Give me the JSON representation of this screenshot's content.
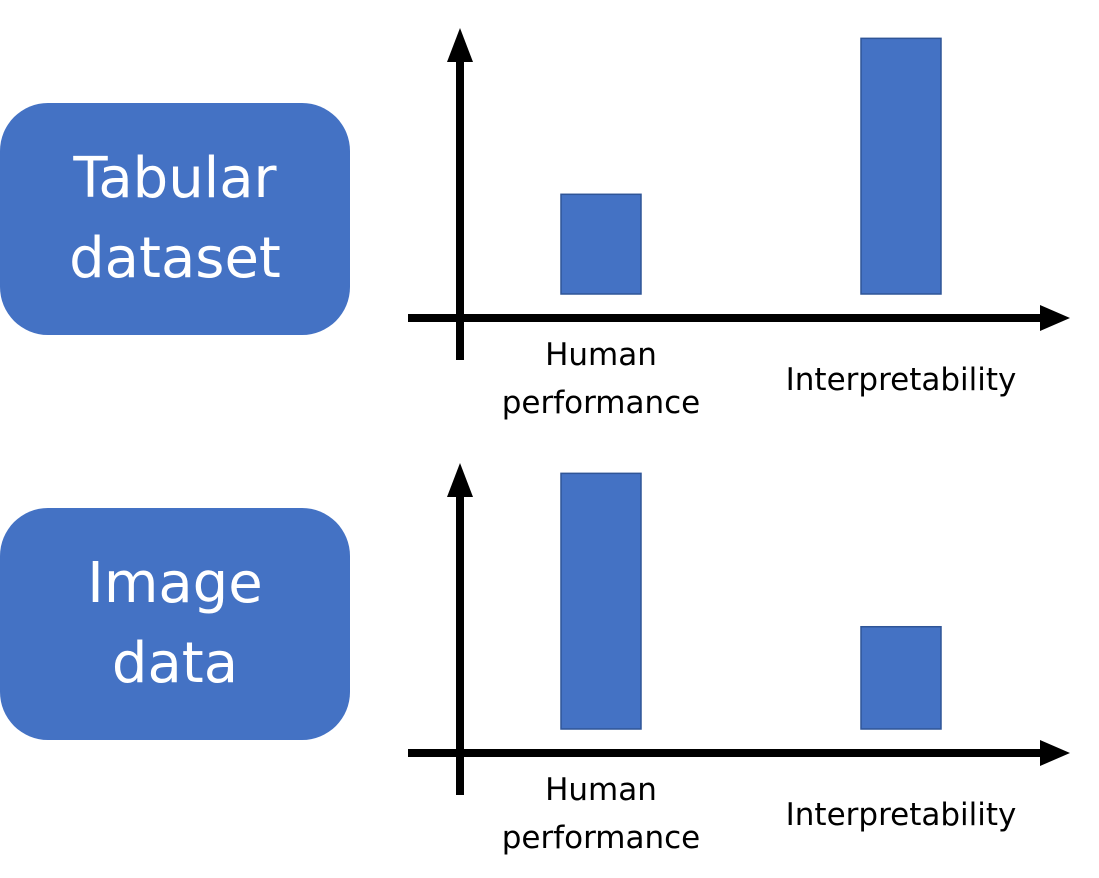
{
  "theme": {
    "accent": "#4472C4",
    "axis": "#000000",
    "bar_border": "#2F5597"
  },
  "rows": [
    {
      "label": "Tabular\ndataset"
    },
    {
      "label": "Image\ndata"
    }
  ],
  "chart_data": [
    {
      "type": "bar",
      "categories": [
        "Human\nperformance",
        "Interpretability"
      ],
      "values": [
        0.39,
        1.0
      ],
      "ylim": [
        0,
        1.15
      ],
      "grid": false,
      "title": "",
      "xlabel": "",
      "ylabel": ""
    },
    {
      "type": "bar",
      "categories": [
        "Human\nperformance",
        "Interpretability"
      ],
      "values": [
        1.0,
        0.4
      ],
      "ylim": [
        0,
        1.15
      ],
      "grid": false,
      "title": "",
      "xlabel": "",
      "ylabel": ""
    }
  ]
}
